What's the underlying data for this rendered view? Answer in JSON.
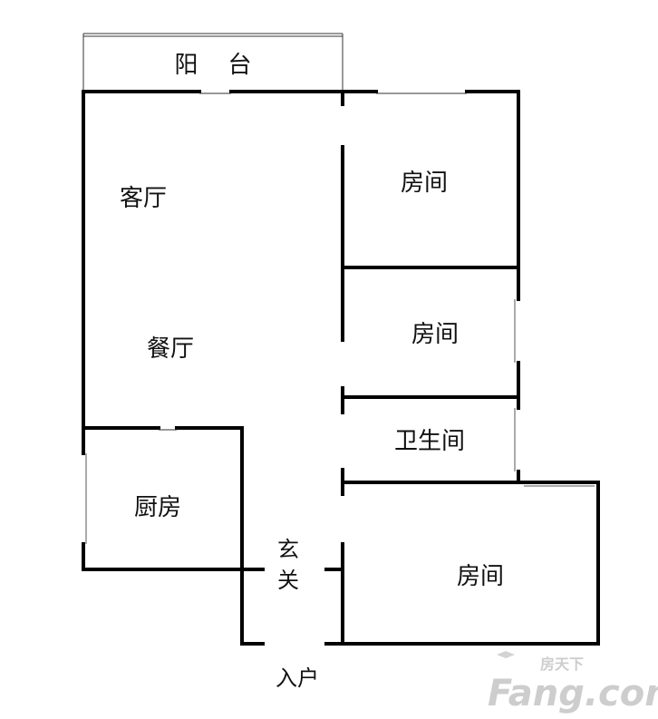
{
  "rooms": {
    "balcony": "阳    台",
    "living": "客厅",
    "dining": "餐厅",
    "room1": "房间",
    "room2": "房间",
    "bathroom": "卫生间",
    "kitchen": "厨房",
    "foyer_1": "玄",
    "foyer_2": "关",
    "room3": "房间",
    "entrance": "入户"
  },
  "watermark": {
    "small": "房天下",
    "large": "Fang.com"
  },
  "colors": {
    "wall": "#000000",
    "watermark": "#c8c8c8"
  }
}
